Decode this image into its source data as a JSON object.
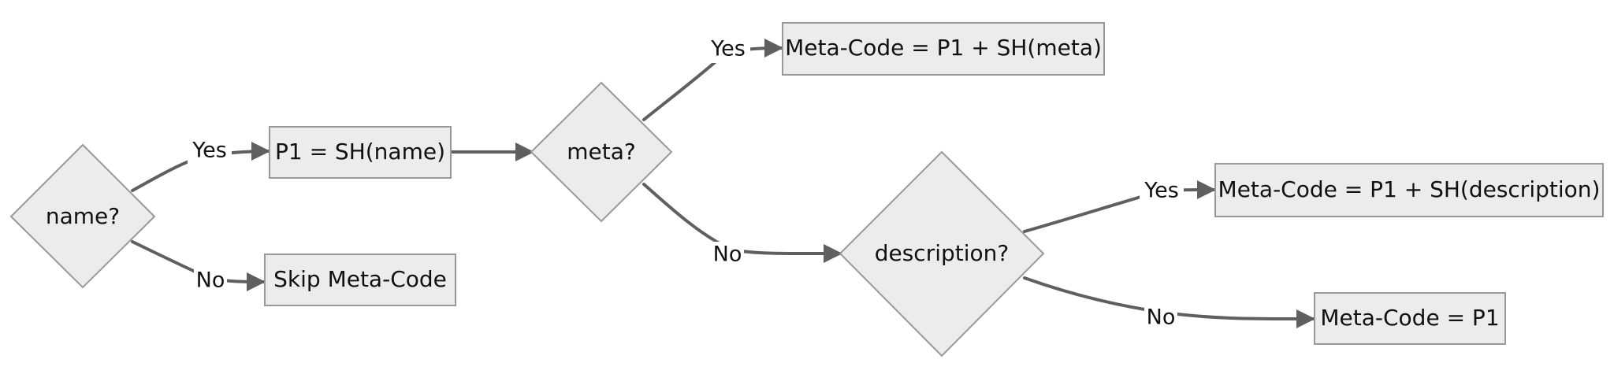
{
  "diagram": {
    "type": "flowchart",
    "colors": {
      "node_fill": "#ececec",
      "node_stroke": "#999999",
      "edge_stroke": "#5f5f5f",
      "text": "#111111"
    },
    "nodes": {
      "name": {
        "label": "name?",
        "shape": "diamond"
      },
      "p1": {
        "label": "P1 = SH(name)",
        "shape": "rect"
      },
      "skip": {
        "label": "Skip Meta-Code",
        "shape": "rect"
      },
      "meta": {
        "label": "meta?",
        "shape": "diamond"
      },
      "meta_code_meta": {
        "label": "Meta-Code = P1 + SH(meta)",
        "shape": "rect"
      },
      "description": {
        "label": "description?",
        "shape": "diamond"
      },
      "meta_code_desc": {
        "label": "Meta-Code = P1 + SH(description)",
        "shape": "rect"
      },
      "meta_code_p1": {
        "label": "Meta-Code = P1",
        "shape": "rect"
      }
    },
    "edges": [
      {
        "from": "name",
        "to": "p1",
        "label": "Yes"
      },
      {
        "from": "name",
        "to": "skip",
        "label": "No"
      },
      {
        "from": "p1",
        "to": "meta",
        "label": ""
      },
      {
        "from": "meta",
        "to": "meta_code_meta",
        "label": "Yes"
      },
      {
        "from": "meta",
        "to": "description",
        "label": "No"
      },
      {
        "from": "description",
        "to": "meta_code_desc",
        "label": "Yes"
      },
      {
        "from": "description",
        "to": "meta_code_p1",
        "label": "No"
      }
    ]
  }
}
